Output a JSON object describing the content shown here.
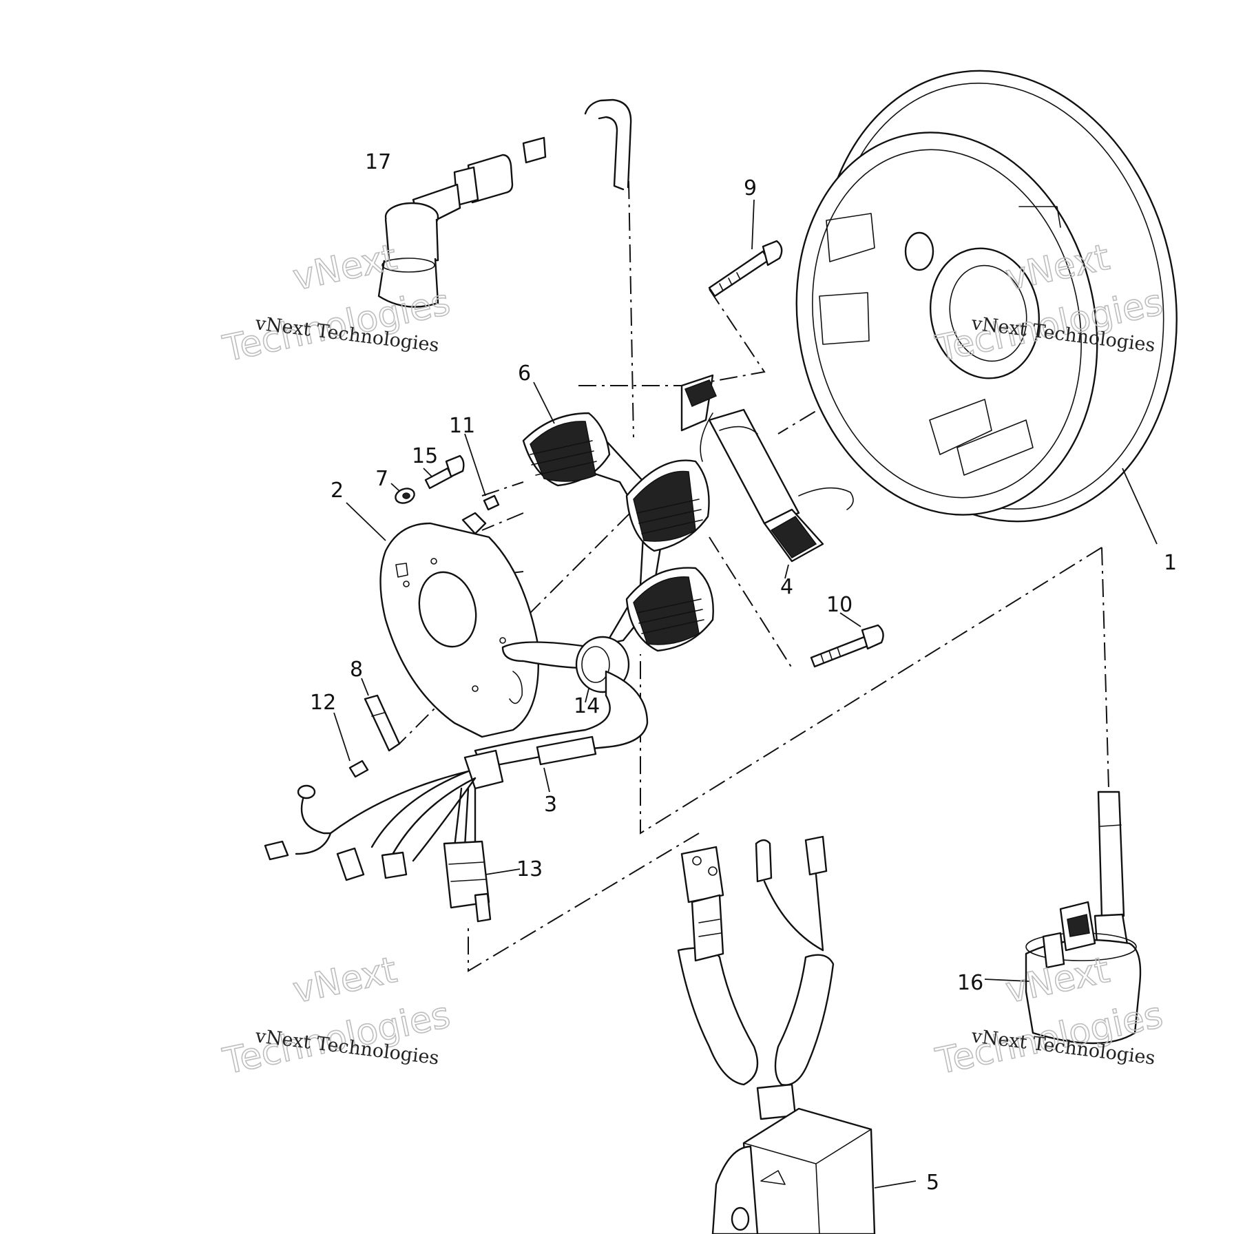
{
  "callouts": {
    "c1": "1",
    "c2": "2",
    "c3": "3",
    "c4": "4",
    "c5": "5",
    "c6": "6",
    "c7": "7",
    "c8": "8",
    "c9": "9",
    "c10": "10",
    "c11": "11",
    "c12": "12",
    "c13": "13",
    "c14": "14",
    "c15": "15",
    "c16": "16",
    "c17": "17"
  },
  "watermark": {
    "line_small": "vNext Technologies",
    "line_big_1": "vNext",
    "line_big_2": "Technologies"
  }
}
